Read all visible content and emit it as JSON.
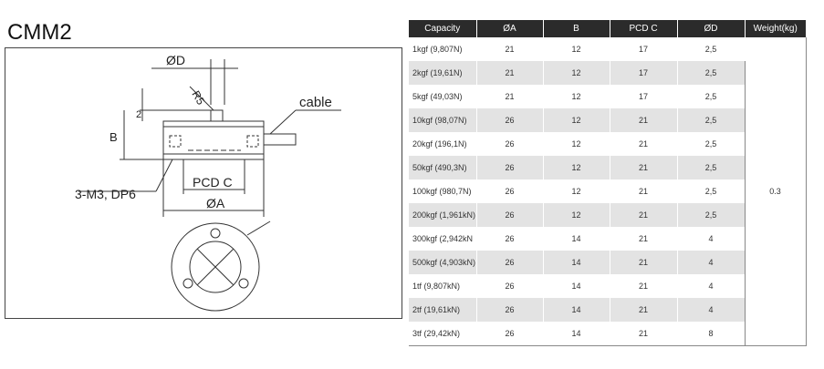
{
  "title": "CMM2",
  "drawing": {
    "labels": {
      "od": "ØD",
      "r5": "R5",
      "cable": "cable",
      "two": "2",
      "b": "B",
      "pcd": "PCD C",
      "oa": "ØA",
      "m3": "3-M3, DP6"
    }
  },
  "table": {
    "headers": [
      "Capacity",
      "ØA",
      "B",
      "PCD C",
      "ØD",
      "Weight(kg)"
    ],
    "weight": "0.3",
    "rows": [
      [
        "1kgf (9,807N)",
        "21",
        "12",
        "17",
        "2,5"
      ],
      [
        "2kgf (19,61N)",
        "21",
        "12",
        "17",
        "2,5"
      ],
      [
        "5kgf (49,03N)",
        "21",
        "12",
        "17",
        "2,5"
      ],
      [
        "10kgf (98,07N)",
        "26",
        "12",
        "21",
        "2,5"
      ],
      [
        "20kgf (196,1N)",
        "26",
        "12",
        "21",
        "2,5"
      ],
      [
        "50kgf (490,3N)",
        "26",
        "12",
        "21",
        "2,5"
      ],
      [
        "100kgf (980,7N)",
        "26",
        "12",
        "21",
        "2,5"
      ],
      [
        "200kgf (1,961kN)",
        "26",
        "12",
        "21",
        "2,5"
      ],
      [
        "300kgf (2,942kN",
        "26",
        "14",
        "21",
        "4"
      ],
      [
        "500kgf (4,903kN)",
        "26",
        "14",
        "21",
        "4"
      ],
      [
        "1tf (9,807kN)",
        "26",
        "14",
        "21",
        "4"
      ],
      [
        "2tf (19,61kN)",
        "26",
        "14",
        "21",
        "4"
      ],
      [
        "3tf (29,42kN)",
        "26",
        "14",
        "21",
        "8"
      ]
    ]
  }
}
